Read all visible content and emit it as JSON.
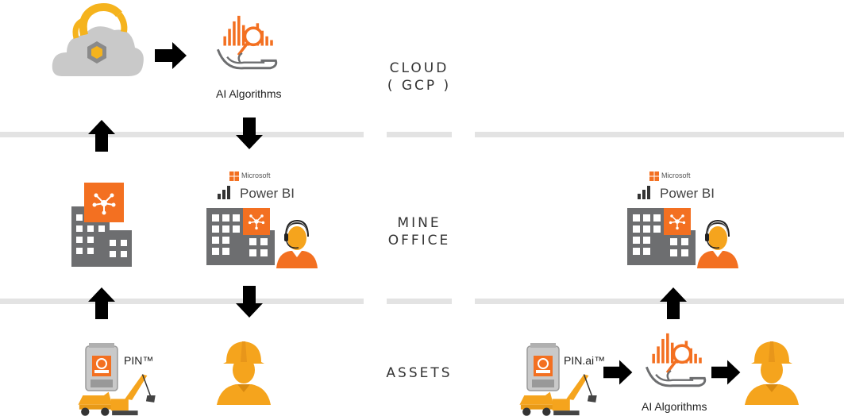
{
  "zones": {
    "cloud_line1": "CLOUD",
    "cloud_line2": "( GCP )",
    "mine_line1": "MINE",
    "mine_line2": "OFFICE",
    "assets": "ASSETS"
  },
  "left": {
    "ai_caption": "AI Algorithms",
    "ms_label": "Microsoft",
    "pbi_label": "Power BI",
    "pin_label": "PIN™"
  },
  "right": {
    "ai_caption": "AI Algorithms",
    "ms_label": "Microsoft",
    "pbi_label": "Power BI",
    "pin_label": "PIN.ai™"
  },
  "colors": {
    "orange": "#f37021",
    "building": "#6d6e70",
    "helmet": "#f5a41d",
    "divider": "#e3e3e3",
    "arrow": "#000000"
  },
  "icons": [
    "gcp-cloud-icon",
    "ai-algorithms-icon",
    "hub-building-icon",
    "power-bi-icon",
    "operator-icon",
    "worker-icon",
    "pin-device-icon",
    "mining-equipment-icon"
  ]
}
